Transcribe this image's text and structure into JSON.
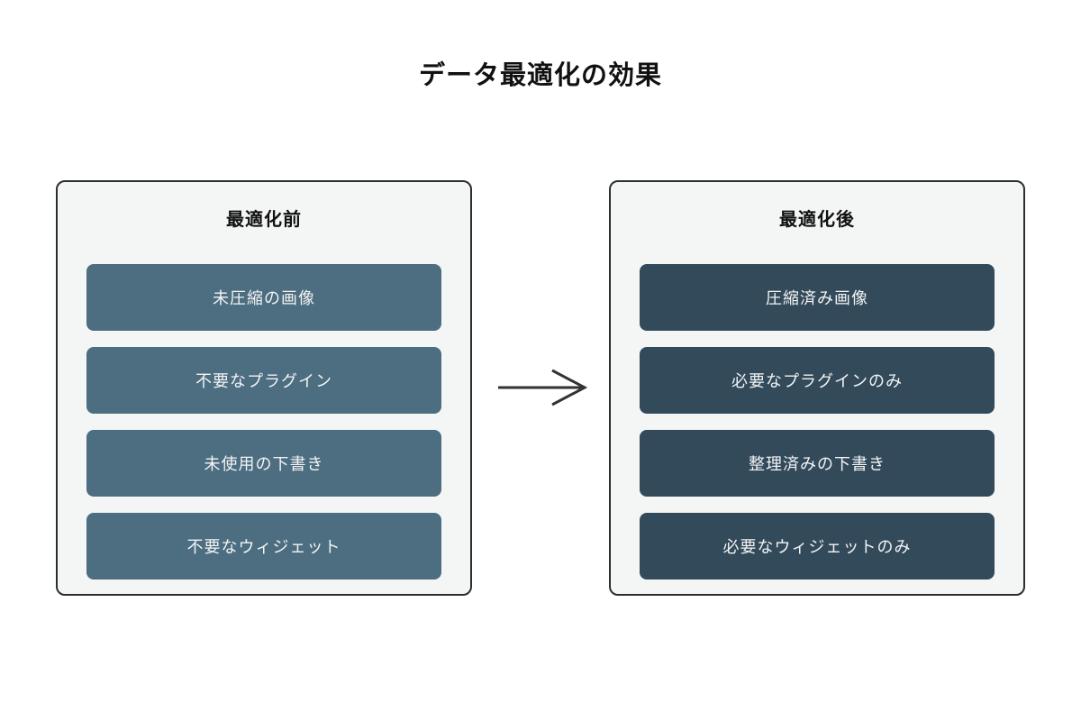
{
  "title": "データ最適化の効果",
  "panels": {
    "before": {
      "title": "最適化前",
      "items": [
        "未圧縮の画像",
        "不要なプラグイン",
        "未使用の下書き",
        "不要なウィジェット"
      ]
    },
    "after": {
      "title": "最適化後",
      "items": [
        "圧縮済み画像",
        "必要なプラグインのみ",
        "整理済みの下書き",
        "必要なウィジェットのみ"
      ]
    }
  },
  "arrow": {
    "icon": "right-arrow"
  },
  "colors": {
    "before_item_bg": "#4d6d80",
    "after_item_bg": "#334a5a",
    "panel_bg": "#f4f5f5",
    "panel_border": "#2b2e30",
    "item_text": "#f2f4f5",
    "heading_text": "#111111",
    "arrow_stroke": "#333333",
    "page_bg": "#ffffff"
  }
}
